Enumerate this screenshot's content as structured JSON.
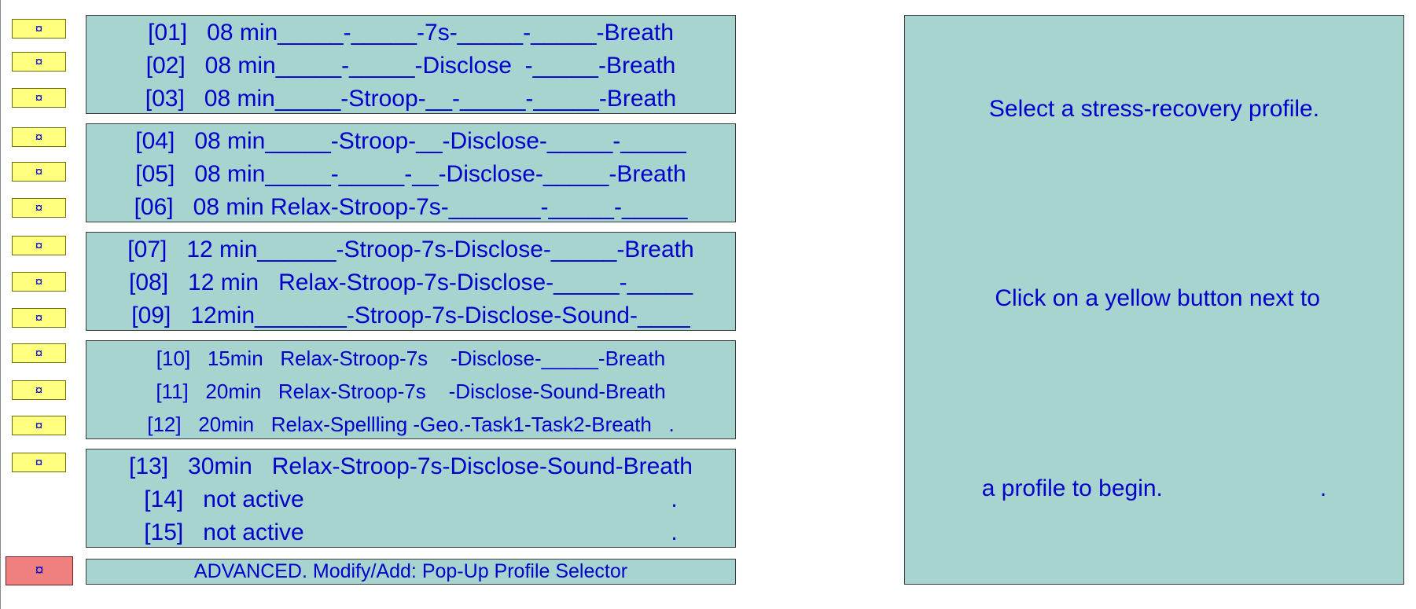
{
  "button_glyph": "¤",
  "profiles": [
    {
      "label": "[01]   08 min_____-_____-7s-_____-_____-Breath"
    },
    {
      "label": "[02]   08 min_____-_____-Disclose  -_____-Breath"
    },
    {
      "label": "[03]   08 min_____-Stroop-__-_____-_____-Breath"
    },
    {
      "label": "[04]   08 min_____-Stroop-__-Disclose-_____-_____"
    },
    {
      "label": "[05]   08 min_____-_____-__-Disclose-_____-Breath"
    },
    {
      "label": "[06]   08 min Relax-Stroop-7s-_______-_____-_____"
    },
    {
      "label": "[07]   12 min______-Stroop-7s-Disclose-_____-Breath"
    },
    {
      "label": "[08]   12 min   Relax-Stroop-7s-Disclose-_____-_____"
    },
    {
      "label": "[09]   12min_______-Stroop-7s-Disclose-Sound-____"
    },
    {
      "label": "[10]   15min   Relax-Stroop-7s    -Disclose-_____-Breath"
    },
    {
      "label": "[11]   20min   Relax-Stroop-7s    -Disclose-Sound-Breath"
    },
    {
      "label": "[12]   20min   Relax-Spellling -Geo.-Task1-Task2-Breath   ."
    },
    {
      "label": "[13]   30min   Relax-Stroop-7s-Disclose-Sound-Breath"
    },
    {
      "label": "[14]   not active                                                        ."
    },
    {
      "label": "[15]   not active                                                        ."
    }
  ],
  "advanced": {
    "label": "ADVANCED. Modify/Add: Pop-Up Profile Selector"
  },
  "info": {
    "line1": "Select a stress-recovery profile.",
    "line2": " Click on a yellow button next to",
    "line3": "a profile to begin.                        ."
  },
  "colors": {
    "panel": "#a8d4d0",
    "button_yellow": "#ffff80",
    "button_red": "#f08080",
    "text": "#0000cc"
  }
}
